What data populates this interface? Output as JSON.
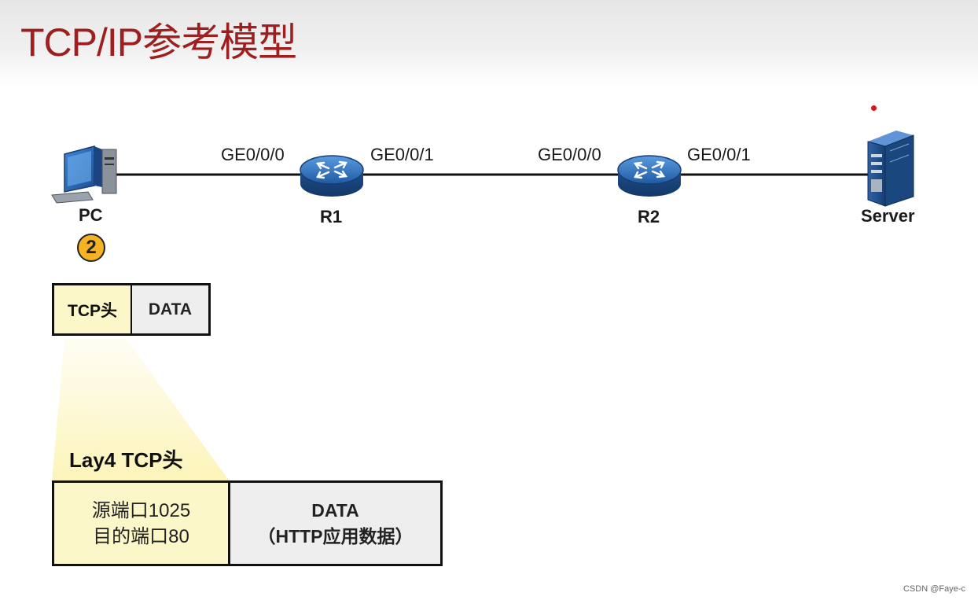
{
  "slide": {
    "title": "TCP/IP参考模型",
    "watermark": "CSDN @Faye-c"
  },
  "topology": {
    "devices": {
      "pc": "PC",
      "r1": "R1",
      "r2": "R2",
      "server": "Server"
    },
    "interfaces": {
      "r1_left": "GE0/0/0",
      "r1_right": "GE0/0/1",
      "r2_left": "GE0/0/0",
      "r2_right": "GE0/0/1"
    },
    "step_number": "2"
  },
  "packet_small": {
    "header": "TCP头",
    "data": "DATA"
  },
  "packet_detail": {
    "title": "Lay4 TCP头",
    "source_port": "源端口1025",
    "dest_port": "目的端口80",
    "data_line1": "DATA",
    "data_line2": "（HTTP应用数据）"
  },
  "colors": {
    "title": "#9e1f1f",
    "header_fill": "#fbf7c8",
    "data_fill": "#eeeeee",
    "router_blue": "#2d6db3",
    "badge": "#f5b323"
  },
  "icons": {
    "pc": "desktop-computer-icon",
    "router": "router-icon",
    "server": "server-tower-icon"
  }
}
